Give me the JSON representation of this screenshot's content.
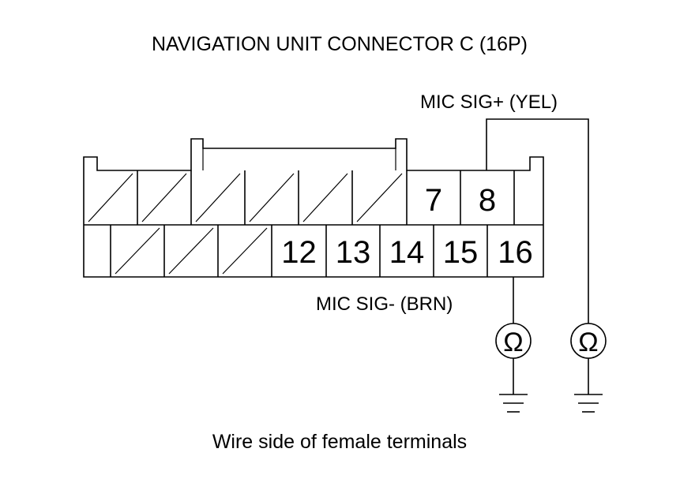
{
  "title": "NAVIGATION UNIT CONNECTOR C (16P)",
  "caption": "Wire side of female terminals",
  "wire_labels": {
    "sig_plus": "MIC SIG+ (YEL)",
    "sig_minus": "MIC SIG- (BRN)"
  },
  "ohm_symbol": "Ω",
  "connector": {
    "top_row": [
      "",
      "",
      "",
      "",
      "",
      "",
      "7",
      "8",
      ""
    ],
    "bottom_row": [
      "",
      "",
      "",
      "",
      "12",
      "13",
      "14",
      "15",
      "16"
    ],
    "unused_top": [
      0,
      1,
      2,
      3,
      4,
      5
    ],
    "unused_bottom": [
      1,
      2,
      3
    ]
  },
  "icons": [
    "ohmmeter-icon",
    "ground-icon"
  ]
}
